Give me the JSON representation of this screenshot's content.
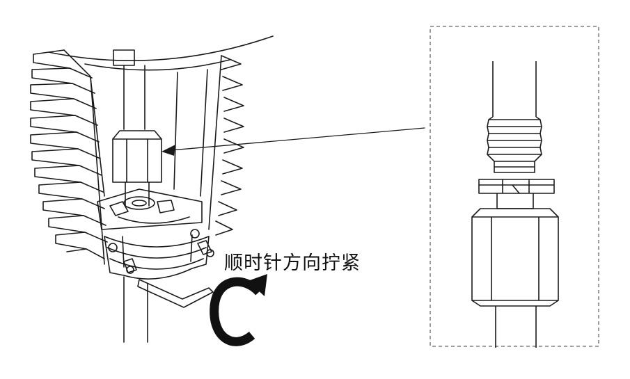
{
  "instruction": {
    "text": "顺时针方向拧紧",
    "rotation_direction": "clockwise"
  },
  "illustration": {
    "main_subject": "sensor-housing-with-fins-and-nut-assembly",
    "detail_inset": "threaded-fitting-close-up",
    "tool": "hex-key"
  },
  "colors": {
    "line": "#1a1a1a",
    "background": "#ffffff",
    "inset_border": "#666666"
  }
}
